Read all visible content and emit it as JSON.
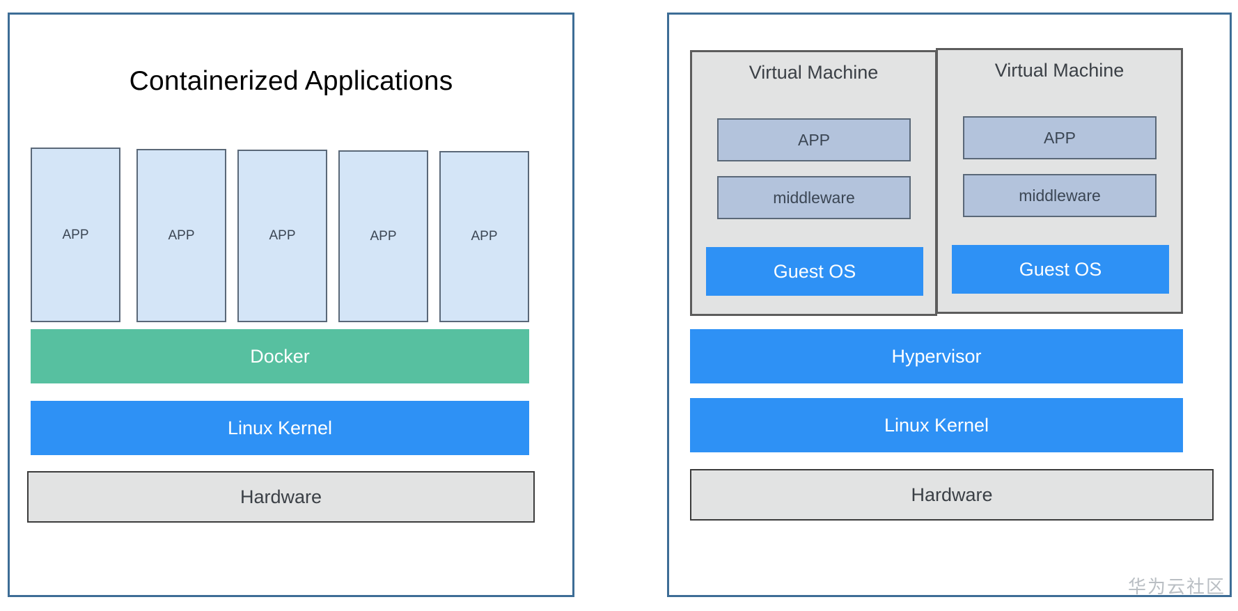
{
  "diagram": {
    "watermark": "华为云社区",
    "colors": {
      "panel_border": "#3d6d96",
      "app_fill": "#d4e5f7",
      "app_border": "#5a6878",
      "docker_green": "#57c0a0",
      "kernel_blue": "#2e91f5",
      "hardware_gray": "#e2e3e3",
      "vm_fill": "#e2e3e3",
      "vm_inner_fill": "#b3c3dc"
    }
  },
  "left_panel": {
    "title": "Containerized Applications",
    "app_columns": [
      {
        "label": "APP"
      },
      {
        "label": "APP"
      },
      {
        "label": "APP"
      },
      {
        "label": "APP"
      },
      {
        "label": "APP"
      }
    ],
    "layers": [
      {
        "label": "Docker",
        "color": "#57c0a0"
      },
      {
        "label": "Linux Kernel",
        "color": "#2e91f5"
      },
      {
        "label": "Hardware",
        "color": "#e2e3e3"
      }
    ]
  },
  "right_panel": {
    "virtual_machines": [
      {
        "title": "Virtual Machine",
        "app_label": "APP",
        "middleware_label": "middleware",
        "guest_os_label": "Guest OS"
      },
      {
        "title": "Virtual Machine",
        "app_label": "APP",
        "middleware_label": "middleware",
        "guest_os_label": "Guest OS"
      }
    ],
    "layers": [
      {
        "label": "Hypervisor",
        "color": "#2e91f5"
      },
      {
        "label": "Linux Kernel",
        "color": "#2e91f5"
      },
      {
        "label": "Hardware",
        "color": "#e2e3e3"
      }
    ]
  }
}
